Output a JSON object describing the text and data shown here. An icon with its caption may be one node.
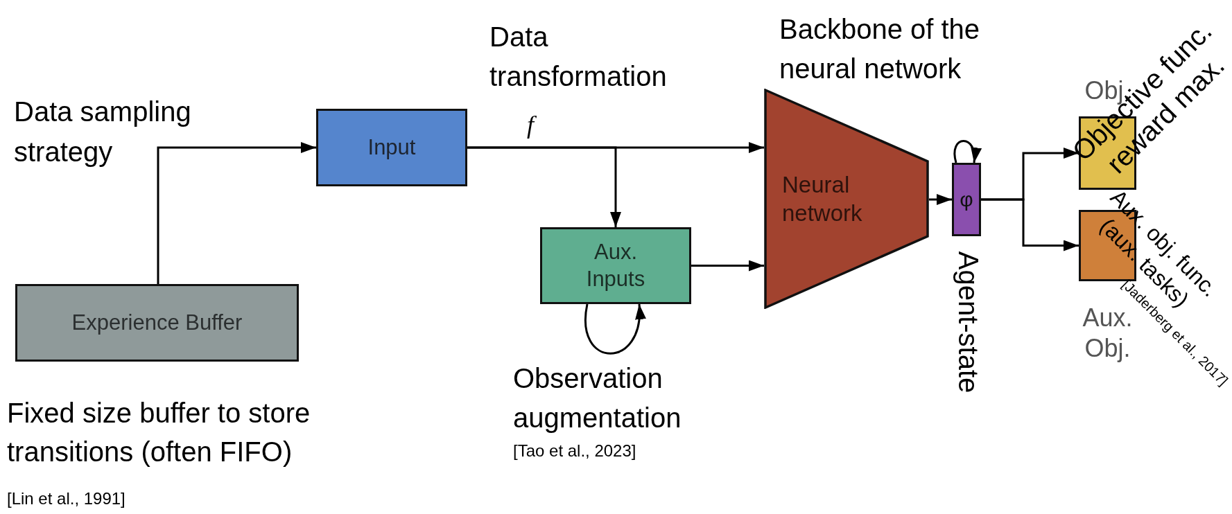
{
  "diagram": {
    "nodes": [
      {
        "text": [
          "Experience Buffer"
        ],
        "beside": [
          "Fixed size buffer to store transitions (often FIFO)",
          "[Lin et al., 1991]"
        ]
      },
      {
        "text": [
          "Input"
        ]
      },
      {
        "text": [
          "Aux. Inputs"
        ],
        "beside": [
          "Observation augmentation",
          "[Tao et al., 2023]"
        ]
      },
      {
        "text": [
          "Neural network"
        ],
        "beside": [
          "Backbone of the neural network"
        ]
      },
      {
        "text": [
          "φ"
        ],
        "beside": [
          "Agent-state"
        ]
      },
      {
        "text": [
          "Obj."
        ],
        "beside": [
          "Objective func. reward max."
        ]
      },
      {
        "text": [
          "Aux. Obj."
        ],
        "beside": [
          "Aux. obj. func. (aux. tasks)",
          "[Jaderberg et al., 2017]"
        ]
      }
    ],
    "edges": [
      {
        "from": 0,
        "to": 1,
        "arrow": "to"
      },
      {
        "from": 1,
        "to": 3,
        "arrow": "to",
        "label": "f"
      },
      {
        "from": 1,
        "to": 2,
        "arrow": "to"
      },
      {
        "from": 2,
        "to": 3,
        "arrow": "to"
      },
      {
        "from": 2,
        "to": 2,
        "arrow": "to"
      },
      {
        "from": 3,
        "to": 4,
        "arrow": "to"
      },
      {
        "from": 4,
        "to": 4,
        "arrow": "to"
      },
      {
        "from": 4,
        "to": 5,
        "arrow": "to"
      },
      {
        "from": 4,
        "to": 6,
        "arrow": "to"
      }
    ],
    "labels": [
      "Data sampling strategy",
      "Data transformation"
    ]
  }
}
